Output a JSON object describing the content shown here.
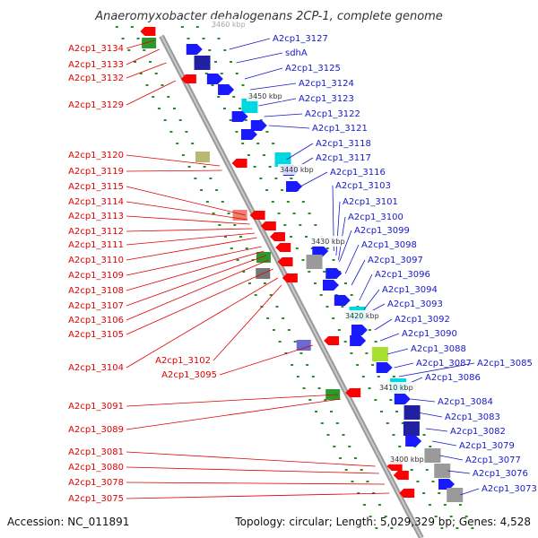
{
  "title": "Anaeromyxobacter dehalogenans 2CP-1, complete genome",
  "footer": {
    "accession": "Accession: NC_011891",
    "summary": "Topology: circular; Length: 5,029,329 bp; Genes: 4,528"
  },
  "colors": {
    "forward_strand": "#1a1aff",
    "reverse_strand": "#ff0000",
    "backbone": "#8a8a8a",
    "tick_green": "#2a8a2a",
    "label_left": "#e00000",
    "label_right": "#1818c8"
  },
  "kbp_marks": [
    {
      "label": "3460 kbp",
      "visible": "partial"
    },
    {
      "label": "3450 kbp"
    },
    {
      "label": "3440 kbp"
    },
    {
      "label": "3430 kbp"
    },
    {
      "label": "3420 kbp"
    },
    {
      "label": "3410 kbp"
    },
    {
      "label": "3400 kbp"
    }
  ],
  "left_labels": [
    "A2cp1_3134",
    "A2cp1_3133",
    "A2cp1_3132",
    "A2cp1_3129",
    "A2cp1_3120",
    "A2cp1_3119",
    "A2cp1_3115",
    "A2cp1_3114",
    "A2cp1_3113",
    "A2cp1_3112",
    "A2cp1_3111",
    "A2cp1_3110",
    "A2cp1_3109",
    "A2cp1_3108",
    "A2cp1_3107",
    "A2cp1_3106",
    "A2cp1_3105",
    "A2cp1_3104",
    "A2cp1_3102",
    "A2cp1_3095",
    "A2cp1_3091",
    "A2cp1_3089",
    "A2cp1_3081",
    "A2cp1_3080",
    "A2cp1_3078",
    "A2cp1_3075"
  ],
  "right_labels": [
    "A2cp1_3127",
    "sdhA",
    "A2cp1_3125",
    "A2cp1_3124",
    "A2cp1_3123",
    "A2cp1_3122",
    "A2cp1_3121",
    "A2cp1_3118",
    "A2cp1_3117",
    "A2cp1_3116",
    "A2cp1_3103",
    "A2cp1_3101",
    "A2cp1_3100",
    "A2cp1_3099",
    "A2cp1_3098",
    "A2cp1_3097",
    "A2cp1_3096",
    "A2cp1_3094",
    "A2cp1_3093",
    "A2cp1_3092",
    "A2cp1_3090",
    "A2cp1_3088",
    "A2cp1_3087",
    "A2cp1_3085",
    "A2cp1_3086",
    "A2cp1_3084",
    "A2cp1_3083",
    "A2cp1_3082",
    "A2cp1_3079",
    "A2cp1_3077",
    "A2cp1_3076",
    "A2cp1_3073"
  ]
}
